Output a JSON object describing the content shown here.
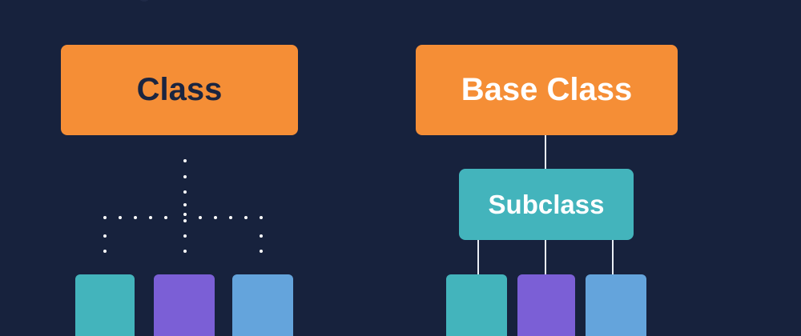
{
  "left_diagram": {
    "class_label": "Class",
    "colors": {
      "box": "#f58e36",
      "text": "#1b2540",
      "leaves": [
        "#43b4bc",
        "#7b5fd6",
        "#64a4dc"
      ]
    }
  },
  "right_diagram": {
    "base_label": "Base Class",
    "subclass_label": "Subclass",
    "colors": {
      "box": "#f58e36",
      "subclass": "#43b4bc",
      "leaves": [
        "#43b4bc",
        "#7b5fd6",
        "#64a4dc"
      ]
    }
  },
  "background": "#17223d"
}
